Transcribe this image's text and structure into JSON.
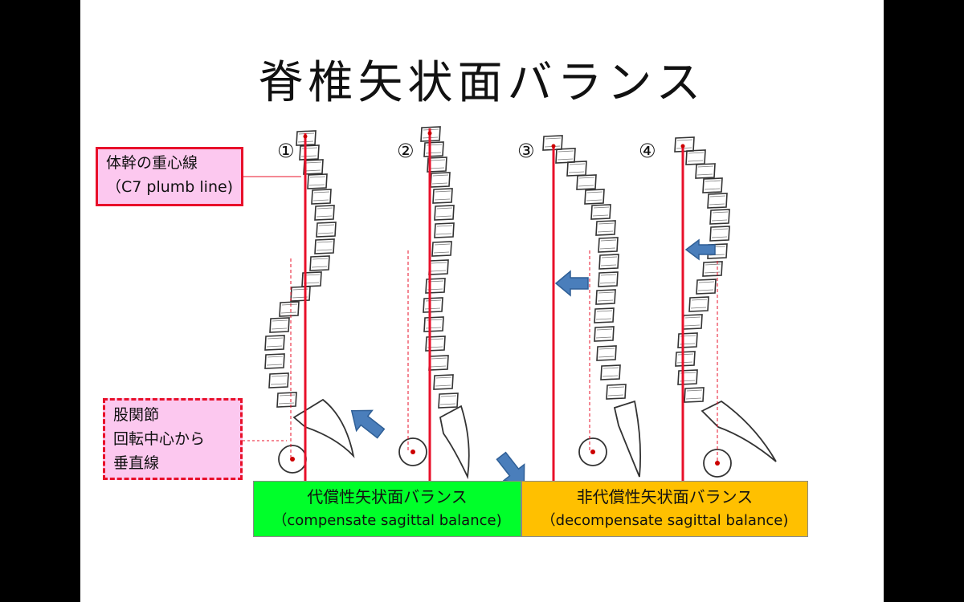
{
  "title": "脊椎矢状面バランス",
  "labels": {
    "plumb_line": [
      "体幹の重心線",
      "（C7 plumb line)"
    ],
    "hip_line": [
      "股関節",
      "回転中心から",
      "垂直線"
    ],
    "compensate": [
      "代償性矢状面バランス",
      "（compensate sagittal balance)"
    ],
    "decompensate": [
      "非代償性矢状面バランス",
      "（decompensate sagittal balance)"
    ]
  },
  "numbers": [
    "①",
    "②",
    "③",
    "④"
  ],
  "colors": {
    "plumb_line": "#e8102a",
    "hip_line": "#e8102a",
    "arrow": "#4a7ebb",
    "compensate_bg": "#00ff2a",
    "decompensate_bg": "#ffc000",
    "label_bg": "#fcc8ef"
  }
}
